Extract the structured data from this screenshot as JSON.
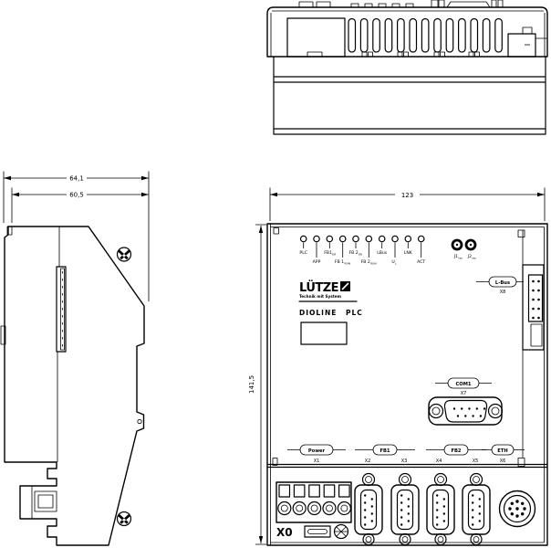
{
  "dimensions": {
    "front_width": {
      "value": "123"
    },
    "front_height": {
      "value": "141,5"
    },
    "side_depth_outer": {
      "value": "64,1"
    },
    "side_depth_inner": {
      "value": "60,5"
    }
  },
  "front_panel": {
    "brand": {
      "name": "LÜTZE",
      "tagline": "Technik mit System"
    },
    "product": "DIOLINE PLC",
    "leds": [
      {
        "label": "PLC",
        "sub": ""
      },
      {
        "label": "APP",
        "sub": ""
      },
      {
        "label": "FB1",
        "sub": "ER"
      },
      {
        "label": "FB 1",
        "sub": "RUN"
      },
      {
        "label": "FB 2",
        "sub": "ER"
      },
      {
        "label": "FB 2",
        "sub": "RUN"
      },
      {
        "label": "LBus",
        "sub": ""
      },
      {
        "label": "U",
        "sub": "L"
      },
      {
        "label": "LNK",
        "sub": ""
      },
      {
        "label": "ACT",
        "sub": ""
      }
    ],
    "buttons": [
      {
        "label": "J1",
        "sub": "res"
      },
      {
        "label": "J2",
        "sub": "res"
      }
    ],
    "connectors": {
      "lbus": {
        "label": "L-Bus",
        "ref": "X8"
      },
      "com1": {
        "label": "COM1",
        "ref": "X7"
      },
      "power": {
        "label": "Power",
        "ref": "X1"
      },
      "fb1": {
        "label": "FB1",
        "refs": [
          "X2",
          "X3"
        ]
      },
      "fb2": {
        "label": "FB2",
        "refs": [
          "X4",
          "X5"
        ]
      },
      "eth": {
        "label": "ETH",
        "ref": "X6"
      },
      "terminal": {
        "ref": "X0"
      }
    }
  }
}
